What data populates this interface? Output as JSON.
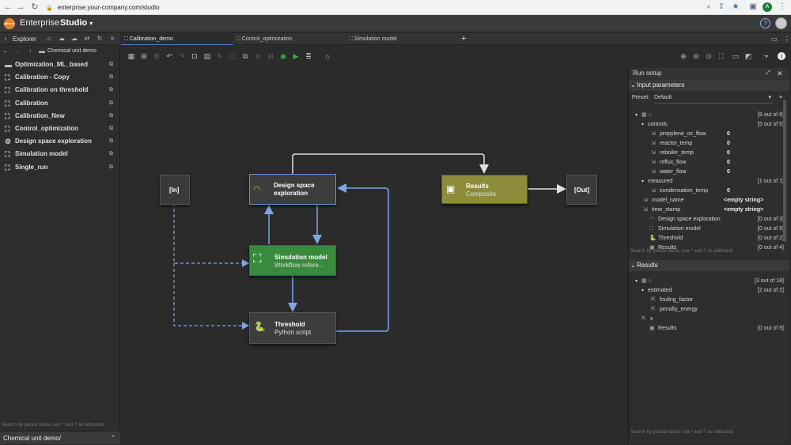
{
  "browser": {
    "url": "enterprise.your-company.com/studio",
    "profile_initial": "A"
  },
  "app": {
    "brand": "Enterprise",
    "logo_text": "pSeven",
    "studio_label": "Studio",
    "help": "?"
  },
  "explorer": {
    "title": "Explorer",
    "path": "Chemical unit demo",
    "items": [
      {
        "label": "Optimization_ML_based",
        "icon": "folder-icon"
      },
      {
        "label": "Calibration - Copy",
        "icon": "workflow-icon"
      },
      {
        "label": "Calibration on threshold",
        "icon": "workflow-icon"
      },
      {
        "label": "Calibration",
        "icon": "workflow-icon"
      },
      {
        "label": "Calibration_New",
        "icon": "workflow-icon"
      },
      {
        "label": "Control_optimization",
        "icon": "workflow-icon"
      },
      {
        "label": "Design space exploration",
        "icon": "gear-icon"
      },
      {
        "label": "Simulation model",
        "icon": "workflow-icon"
      },
      {
        "label": "Single_run",
        "icon": "workflow-icon"
      }
    ],
    "search_placeholder": "Search by partial name, use * and ? as wildcards",
    "footer": "Chemical unit demo/"
  },
  "tabs": [
    {
      "label": "Calibration_demo"
    },
    {
      "label": "Control_optimization"
    },
    {
      "label": "Simulation model"
    }
  ],
  "workflow": {
    "in_label": "[In]",
    "out_label": "[Out]",
    "nodes": {
      "dse": {
        "title": "Design space",
        "title2": "exploration"
      },
      "results": {
        "title": "Results",
        "subtitle": "Composite"
      },
      "sim": {
        "title": "Simulation model",
        "subtitle": "Workflow refere..."
      },
      "threshold": {
        "title": "Threshold",
        "subtitle": "Python script"
      }
    }
  },
  "run_setup": {
    "title": "Run setup",
    "input_section": "Input parameters",
    "preset_label": "Preset:",
    "preset_value": "Default",
    "root_count": "[8 out of 8]",
    "controls": {
      "label": "controls",
      "count": "[5 out of 5]"
    },
    "params": [
      {
        "name": "propylene_ox_flow",
        "value": "0"
      },
      {
        "name": "reactor_temp",
        "value": "0"
      },
      {
        "name": "reboiler_temp",
        "value": "0"
      },
      {
        "name": "reflux_flow",
        "value": "0"
      },
      {
        "name": "water_flow",
        "value": "0"
      }
    ],
    "measured": {
      "label": "measured",
      "count": "[1 out of 1]"
    },
    "measured_param": {
      "name": "condensation_temp",
      "value": "0"
    },
    "model_name": {
      "name": "model_name",
      "value": "<empty string>"
    },
    "time_stamp": {
      "name": "time_stamp",
      "value": "<empty string>"
    },
    "blocks": [
      {
        "name": "Design space exploration",
        "count": "[0 out of 3]"
      },
      {
        "name": "Simulation model",
        "count": "[0 out of 9]"
      },
      {
        "name": "Threshold",
        "count": "[0 out of 2]"
      },
      {
        "name": "Results",
        "count": "[0 out of 4]"
      }
    ],
    "search_placeholder": "Search by partial name, use * and ? as wildcards",
    "results_section": "Results",
    "results_root_count": "[3 out of 18]",
    "estimated": {
      "label": "estimated",
      "count": "[2 out of 2]"
    },
    "est_items": [
      "fouling_factor",
      "penalty_energy"
    ],
    "x_label": "x",
    "results_block": {
      "name": "Results",
      "count": "[0 out of 9]"
    },
    "results_search_placeholder": "Search by partial name, use * and ? as wildcards"
  },
  "colors": {
    "accent": "#4d7cc9",
    "sim_green": "#3a8a3e",
    "results_olive": "#8c8c3a",
    "edge_blue": "#7ea6e6"
  }
}
